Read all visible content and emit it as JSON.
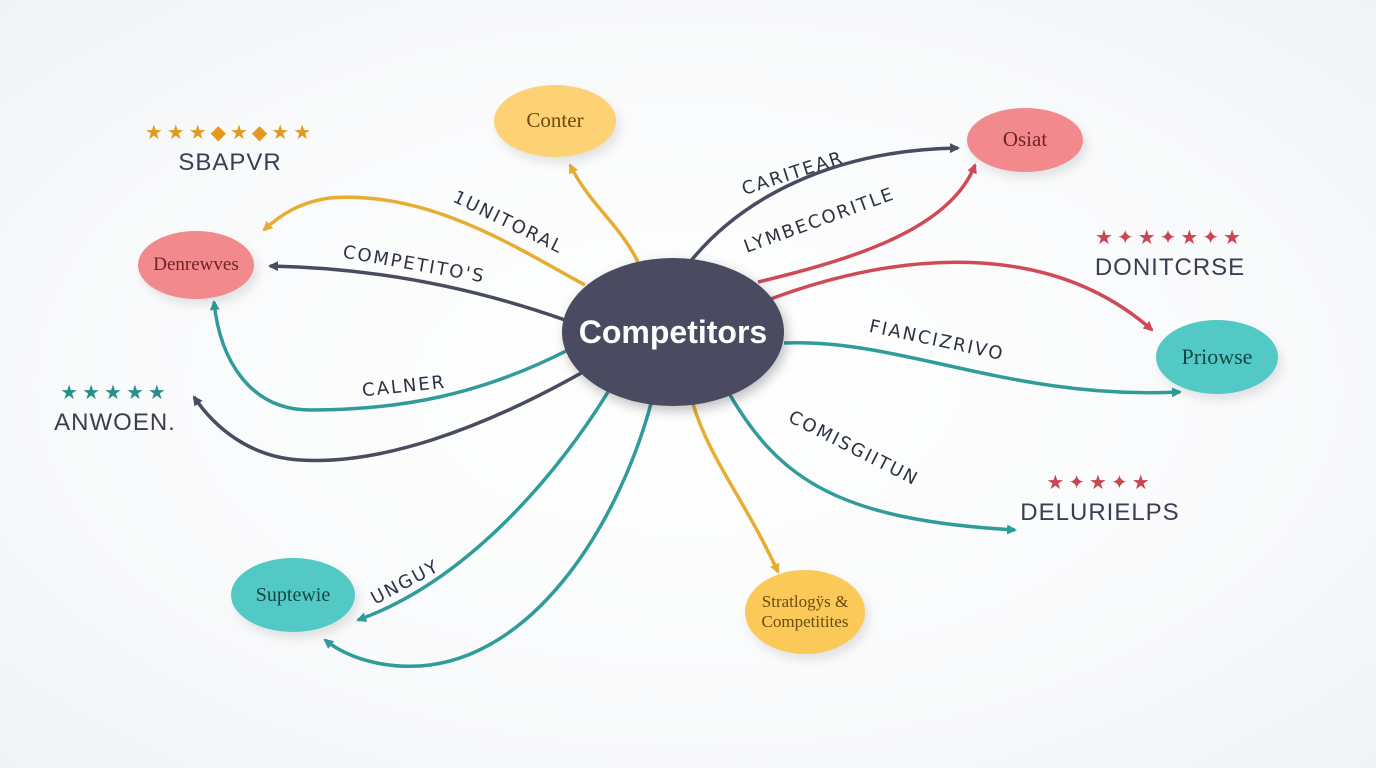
{
  "hub": {
    "label": "Competitors"
  },
  "nodes": {
    "conter": "Conter",
    "osiat": "Osiat",
    "denrewves": "Denrewves",
    "priowse": "Priowse",
    "suptewie": "Suptewie",
    "strategies_line1": "Stratlogÿs &",
    "strategies_line2": "Competitites"
  },
  "edge_labels": {
    "unitoral": "1UNITORAL",
    "competitos": "COMPETITO'S",
    "calner": "CALNER",
    "caritear": "CARITEAR",
    "lymbecoritle": "LYMBECORITLE",
    "fiancizrivo": "FIANCIZRIVO",
    "comisgiitun": "COMISGIITUN",
    "unguy": "UNGUY"
  },
  "rating_groups": {
    "sbapvr": {
      "label": "SBAPVR",
      "stars": "★★★◆★◆★★"
    },
    "anwoen": {
      "label": "ANWOEN.",
      "stars": "★★★★★"
    },
    "donitcrse": {
      "label": "DONITCRSE",
      "stars": "★✦★✦★✦★"
    },
    "delurielps": {
      "label": "DELURIELPS",
      "stars": "★✦★✦★"
    }
  },
  "colors": {
    "hub": "#4a4b60",
    "yellow": "#e6ad32",
    "navy": "#4a4b60",
    "teal": "#2f9c9a",
    "red": "#cf4a56",
    "star_orange": "#e19a1e",
    "star_teal": "#2a8f8b",
    "star_red": "#c94552"
  }
}
